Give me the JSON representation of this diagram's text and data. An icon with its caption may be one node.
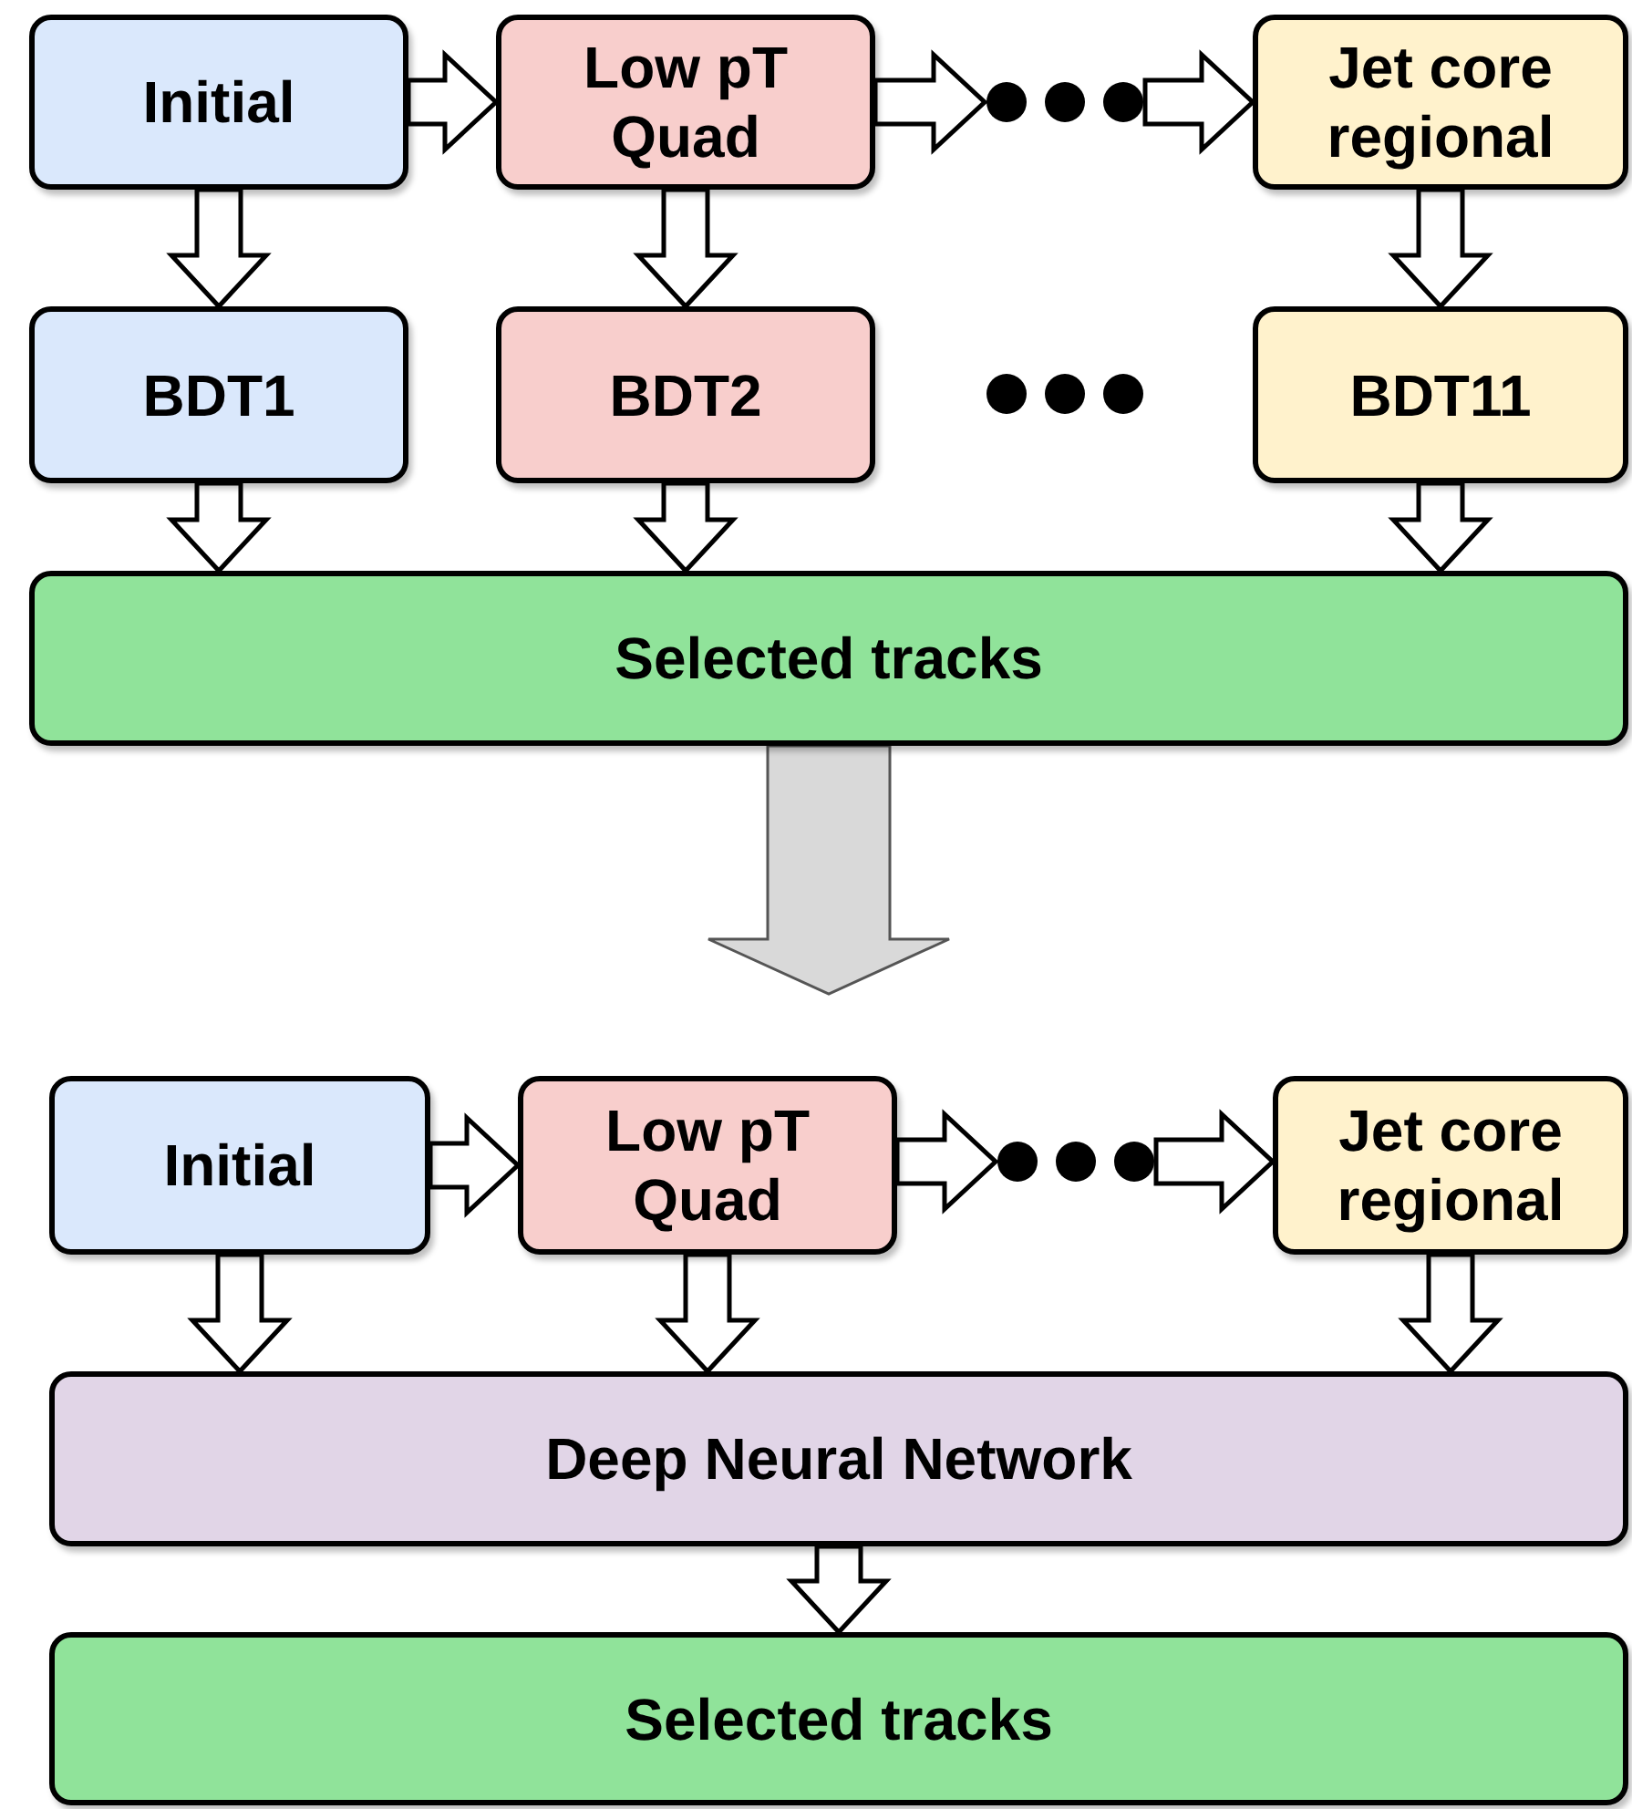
{
  "diagram": {
    "nodes": [
      {
        "text": [
          "Initial"
        ]
      },
      {
        "text": [
          "Low pT Quad"
        ]
      },
      {
        "text": [],
        "shape": "dots"
      },
      {
        "text": [
          "Jet core regional"
        ]
      },
      {
        "text": [
          "BDT1"
        ]
      },
      {
        "text": [
          "BDT2"
        ]
      },
      {
        "text": [
          "BDT11"
        ]
      },
      {
        "text": [
          "Selected tracks"
        ]
      },
      {
        "text": [
          "Initial"
        ]
      },
      {
        "text": [
          "Low pT Quad"
        ]
      },
      {
        "text": [],
        "shape": "dots"
      },
      {
        "text": [
          "Jet core regional"
        ]
      },
      {
        "text": [
          "Deep Neural Network"
        ]
      },
      {
        "text": [
          "Selected tracks"
        ]
      }
    ],
    "edges": [
      {
        "from": 0,
        "to": 1,
        "arrow": "to"
      },
      {
        "from": 1,
        "to": 2,
        "arrow": "to"
      },
      {
        "from": 2,
        "to": 3,
        "arrow": "to"
      },
      {
        "from": 0,
        "to": 4,
        "arrow": "to"
      },
      {
        "from": 1,
        "to": 5,
        "arrow": "to"
      },
      {
        "from": 3,
        "to": 6,
        "arrow": "to"
      },
      {
        "from": 4,
        "to": 7,
        "arrow": "to"
      },
      {
        "from": 5,
        "to": 7,
        "arrow": "to"
      },
      {
        "from": 6,
        "to": 7,
        "arrow": "to"
      },
      {
        "from": 7,
        "to": null,
        "arrow": "to",
        "style": "thick",
        "color": "#d9d9d9"
      },
      {
        "from": 8,
        "to": 9,
        "arrow": "to"
      },
      {
        "from": 9,
        "to": 10,
        "arrow": "to"
      },
      {
        "from": 10,
        "to": 11,
        "arrow": "to"
      },
      {
        "from": 8,
        "to": 12,
        "arrow": "to"
      },
      {
        "from": 9,
        "to": 12,
        "arrow": "to"
      },
      {
        "from": 11,
        "to": 12,
        "arrow": "to"
      },
      {
        "from": 12,
        "to": 13,
        "arrow": "to"
      }
    ]
  }
}
